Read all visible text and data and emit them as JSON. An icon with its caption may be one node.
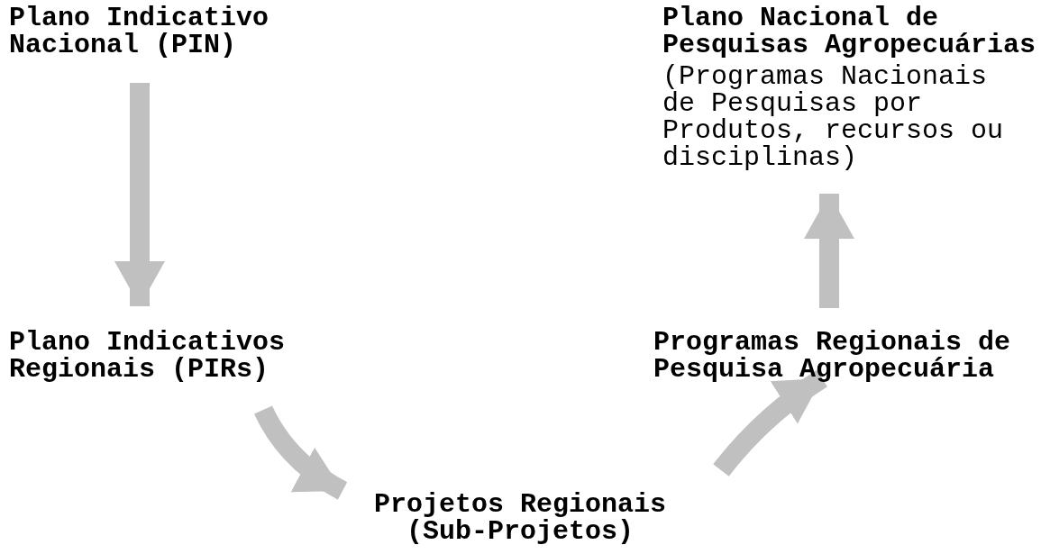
{
  "diagram": {
    "nodes": [
      {
        "text": [
          "Plano Indicativo Nacional (PIN)"
        ]
      },
      {
        "text": [
          "Plano Nacional de Pesquisas Agropecuárias",
          "(Programas Nacionais de Pesquisas por Produtos, recursos ou disciplinas)"
        ]
      },
      {
        "text": [
          "Plano Indicativos Regionais (PIRs)"
        ]
      },
      {
        "text": [
          "Programas Regionais de Pesquisa Agropecuária"
        ]
      },
      {
        "text": [
          "Projetos Regionais (Sub-Projetos)"
        ]
      }
    ],
    "edges": [
      {
        "from": 0,
        "to": 2,
        "arrow": "to"
      },
      {
        "from": 2,
        "to": 4,
        "arrow": "to"
      },
      {
        "from": 4,
        "to": 3,
        "arrow": "to"
      },
      {
        "from": 3,
        "to": 1,
        "arrow": "to"
      }
    ]
  }
}
